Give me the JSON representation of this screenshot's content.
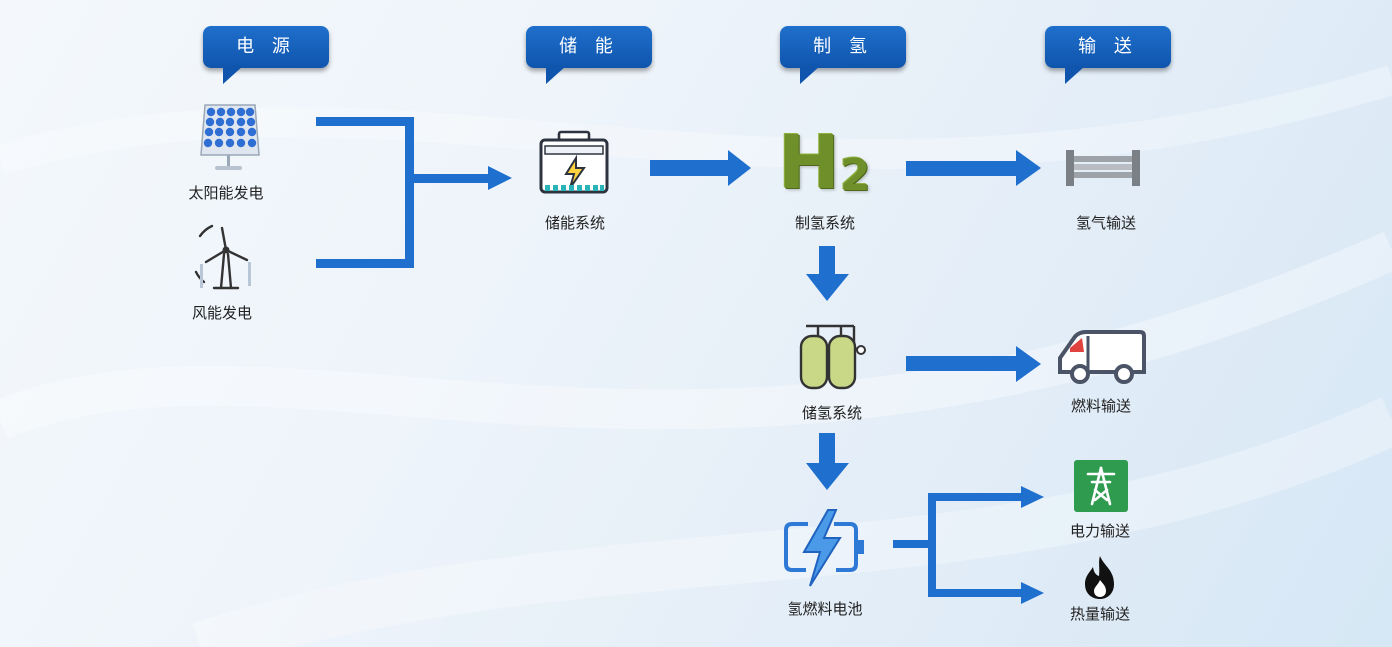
{
  "headers": {
    "power_source": "电 源",
    "storage": "储 能",
    "hydrogen_production": "制 氢",
    "transport": "输 送"
  },
  "nodes": {
    "solar": "太阳能发电",
    "wind": "风能发电",
    "energy_storage": "储能系统",
    "h2_production": "制氢系统",
    "h2_storage": "储氢系统",
    "fuel_cell": "氢燃料电池",
    "h2_transport": "氢气输送",
    "fuel_transport": "燃料输送",
    "power_transport": "电力输送",
    "heat_transport": "热量输送"
  },
  "h2_symbol": {
    "letter": "H",
    "subscript": "2"
  },
  "colors": {
    "arrow": "#1f6fcf",
    "bubble": "#1463bf",
    "moss": "#6f8f2a",
    "grid_icon": "#2e9b4f"
  }
}
